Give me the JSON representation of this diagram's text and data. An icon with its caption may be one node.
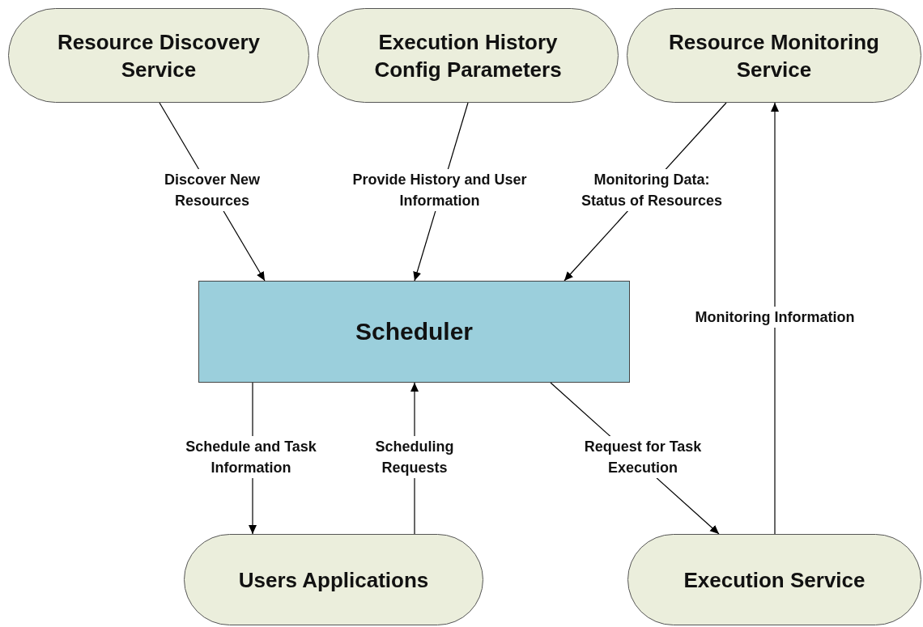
{
  "diagram": {
    "nodes": [
      {
        "text": [
          "Resource Discovery Service"
        ]
      },
      {
        "text": [
          "Execution History Config Parameters"
        ]
      },
      {
        "text": [
          "Resource Monitoring Service"
        ]
      },
      {
        "text": [
          "Scheduler"
        ]
      },
      {
        "text": [
          "Users Applications"
        ]
      },
      {
        "text": [
          "Execution Service"
        ]
      }
    ],
    "edges": [
      {
        "from": 0,
        "to": 3,
        "arrow": "to",
        "label": "Discover New Resources"
      },
      {
        "from": 1,
        "to": 3,
        "arrow": "to",
        "label": "Provide History and User Information"
      },
      {
        "from": 2,
        "to": 3,
        "arrow": "to",
        "label": "Monitoring Data: Status of Resources"
      },
      {
        "from": 3,
        "to": 4,
        "arrow": "to",
        "label": "Schedule and Task Information"
      },
      {
        "from": 4,
        "to": 3,
        "arrow": "to",
        "label": "Scheduling Requests"
      },
      {
        "from": 3,
        "to": 5,
        "arrow": "to",
        "label": "Request for Task Execution"
      },
      {
        "from": 5,
        "to": 2,
        "arrow": "to",
        "label": "Monitoring Information"
      }
    ]
  }
}
